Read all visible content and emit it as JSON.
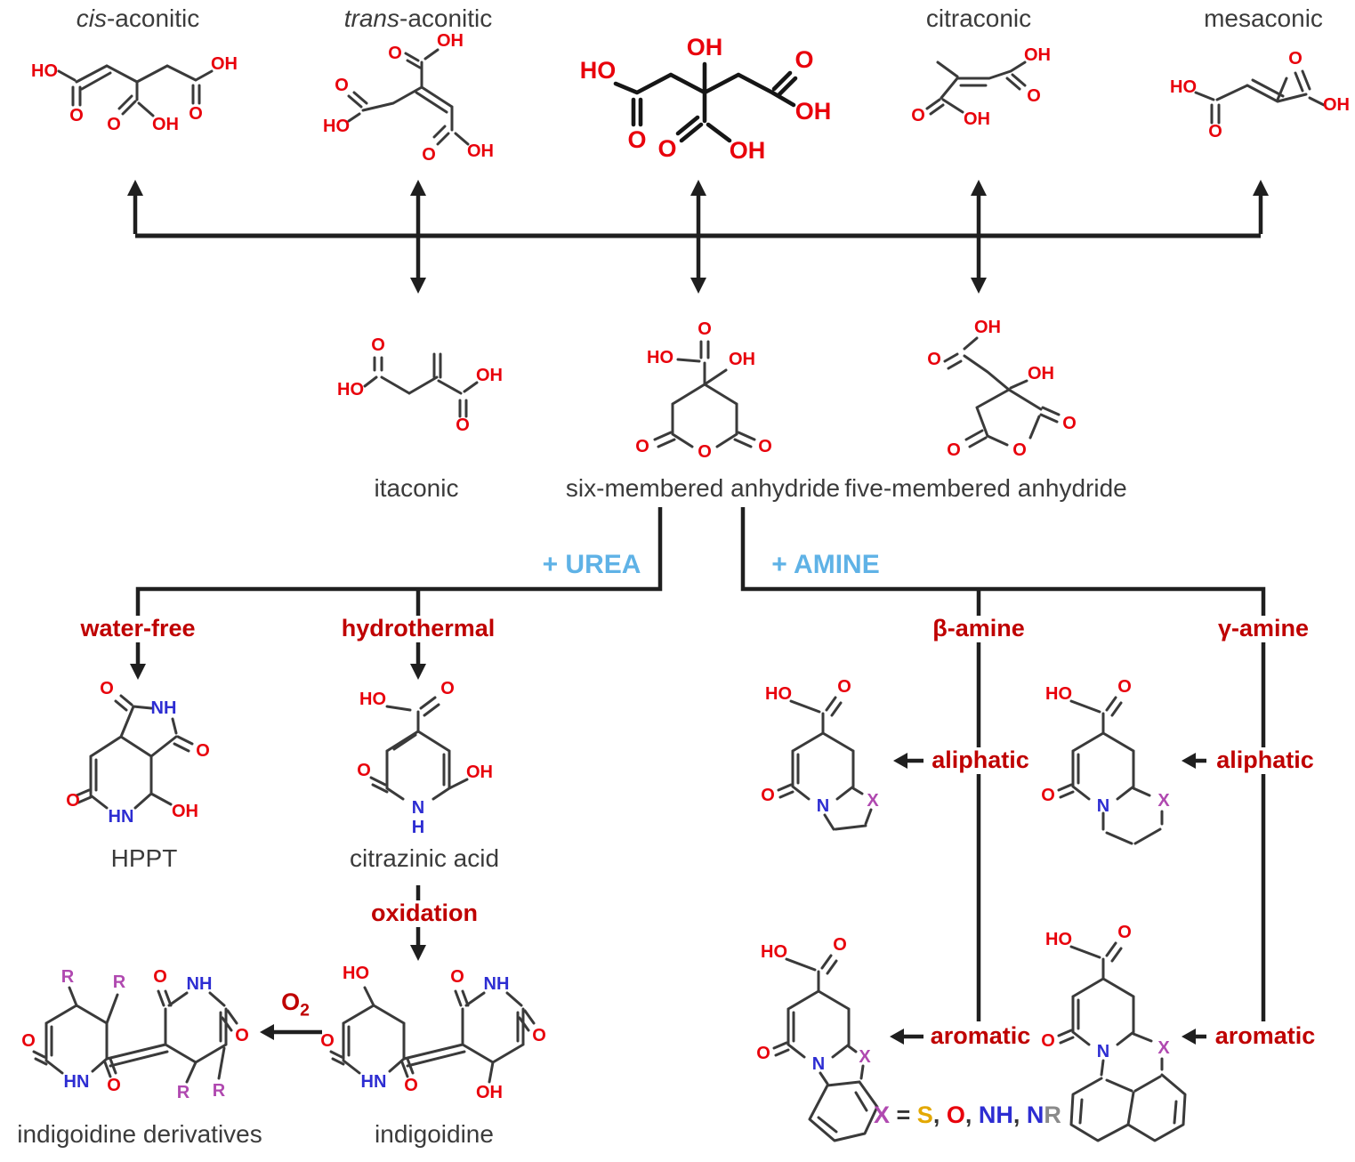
{
  "figure": {
    "type": "chemical-reaction-scheme",
    "topic": "citric acid derived molecules and urea/amine reaction products"
  },
  "colors": {
    "bond": "#3a3a3a",
    "atom_red": "#e8000b",
    "atom_blue": "#2d2dd2",
    "atom_purple": "#b049b0",
    "condition_red": "#bf0000",
    "reagent_blue": "#5fb2e6",
    "legend_s_yellow": "#e3a800",
    "legend_r_gray": "#8a8a8a"
  },
  "labels": {
    "cis_aconitic": {
      "prefix": "cis",
      "suffix": "-aconitic"
    },
    "trans_aconitic": {
      "prefix": "trans",
      "suffix": "-aconitic"
    },
    "citraconic": "citraconic",
    "mesaconic": "mesaconic",
    "itaconic": "itaconic",
    "six_membered_anhydride": "six-membered anhydride",
    "five_membered_anhydride": "five-membered anhydride",
    "hppt": "HPPT",
    "citrazinic_acid": "citrazinic acid",
    "indigoidine": "indigoidine",
    "indigoidine_derivatives": "indigoidine derivatives"
  },
  "reactions": {
    "plus_urea": "+ UREA",
    "plus_amine": "+ AMINE",
    "water_free": "water-free",
    "hydrothermal": "hydrothermal",
    "beta_amine": "β-amine",
    "gamma_amine": "γ-amine",
    "oxidation": "oxidation",
    "o2_base": "O",
    "o2_sub": "2",
    "aliphatic": "aliphatic",
    "aromatic": "aromatic"
  },
  "legend": {
    "x": "X",
    "eq": " = ",
    "s": "S",
    "sep1": ", ",
    "o": "O",
    "sep2": ", ",
    "nh": "NH",
    "sep3": ", ",
    "n": "N",
    "r": "R"
  },
  "molecules": {
    "cis_aconitic": {
      "atoms": [
        "HO",
        "O",
        "O",
        "OH",
        "OH",
        "O"
      ]
    },
    "trans_aconitic": {
      "atoms": [
        "O",
        "OH",
        "O",
        "HO",
        "O",
        "OH"
      ]
    },
    "citric": {
      "atoms": [
        "OH",
        "HO",
        "O",
        "O",
        "OH",
        "O",
        "OH"
      ]
    },
    "citraconic": {
      "atoms": [
        "O",
        "OH",
        "OH",
        "O"
      ]
    },
    "mesaconic": {
      "atoms": [
        "HO",
        "O",
        "O",
        "OH"
      ]
    },
    "itaconic": {
      "atoms": [
        "O",
        "HO",
        "OH",
        "O"
      ]
    },
    "six_membered_anhydride": {
      "atoms": [
        "O",
        "HO",
        "OH",
        "O",
        "O",
        "O"
      ]
    },
    "five_membered_anhydride": {
      "atoms": [
        "OH",
        "O",
        "OH",
        "O",
        "O",
        "O"
      ]
    },
    "hppt": {
      "atoms": [
        "O",
        "NH",
        "O",
        "O",
        "HN",
        "OH"
      ]
    },
    "citrazinic_acid": {
      "atoms": [
        "HO",
        "O",
        "O",
        "OH",
        "N",
        "H"
      ]
    },
    "indigoidine": {
      "atoms": [
        "HO",
        "O",
        "NH",
        "O",
        "O",
        "HN",
        "OH",
        "O"
      ]
    },
    "indigoidine_derivatives": {
      "atoms": [
        "R",
        "R",
        "O",
        "NH",
        "O",
        "O",
        "HN",
        "O",
        "R",
        "R"
      ]
    },
    "beta_aliphatic": {
      "atoms": [
        "HO",
        "O",
        "O",
        "N",
        "X"
      ]
    },
    "gamma_aliphatic": {
      "atoms": [
        "HO",
        "O",
        "O",
        "N",
        "X"
      ]
    },
    "beta_aromatic": {
      "atoms": [
        "HO",
        "O",
        "O",
        "N",
        "X"
      ]
    },
    "gamma_aromatic": {
      "atoms": [
        "HO",
        "O",
        "O",
        "N",
        "X"
      ]
    }
  }
}
